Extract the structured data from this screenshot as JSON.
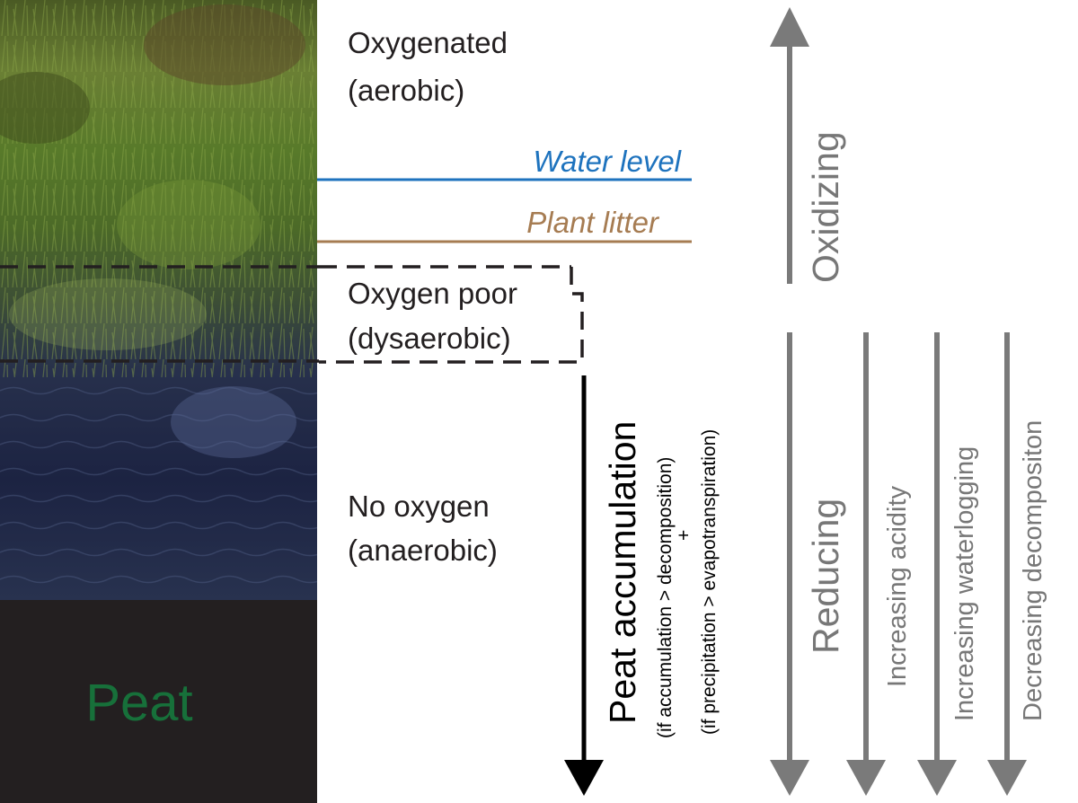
{
  "zones": {
    "oxygenated": {
      "line1": "Oxygenated",
      "line2": "(aerobic)"
    },
    "oxygen_poor": {
      "line1": "Oxygen poor",
      "line2": "(dysaerobic)"
    },
    "no_oxygen": {
      "line1": "No oxygen",
      "line2": "(anaerobic)"
    }
  },
  "levels": {
    "water_level": "Water level",
    "plant_litter": "Plant litter"
  },
  "peat_label": "Peat",
  "peat_accumulation": {
    "title": "Peat accumulation",
    "condition1": "(if accumulation > decomposition)",
    "plus": "+",
    "condition2": "(if precipitation > evapotranspiration)"
  },
  "gradients": {
    "oxidizing": "Oxidizing",
    "reducing": "Reducing",
    "acidity": "Increasing acidity",
    "waterlogging": "Increasing waterlogging",
    "decomposition": "Decreasing decompositon"
  },
  "colors": {
    "water_level": "#1e73be",
    "plant_litter": "#a67c52",
    "peat_text": "#17703a",
    "peat_block": "#231f20",
    "arrow_gray": "#7a7a7a",
    "gray_text": "#777777",
    "black": "#000000"
  }
}
